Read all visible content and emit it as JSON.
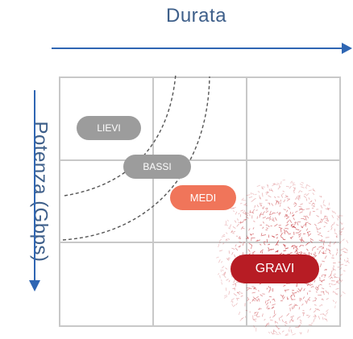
{
  "axes": {
    "x_label": "Durata",
    "y_label": "Potenza (Gbps)"
  },
  "categories": [
    {
      "key": "lievi",
      "label": "LIEVI",
      "color": "#9c9c9c"
    },
    {
      "key": "bassi",
      "label": "BASSI",
      "color": "#9c9c9c"
    },
    {
      "key": "medi",
      "label": "MEDI",
      "color": "#f0755a"
    },
    {
      "key": "gravi",
      "label": "GRAVI",
      "color": "#b71c24"
    }
  ],
  "colors": {
    "axis": "#2f66b3",
    "axis_text": "#3e5f8a",
    "grid": "#c8c8c8",
    "scatter": "#c22a30"
  }
}
